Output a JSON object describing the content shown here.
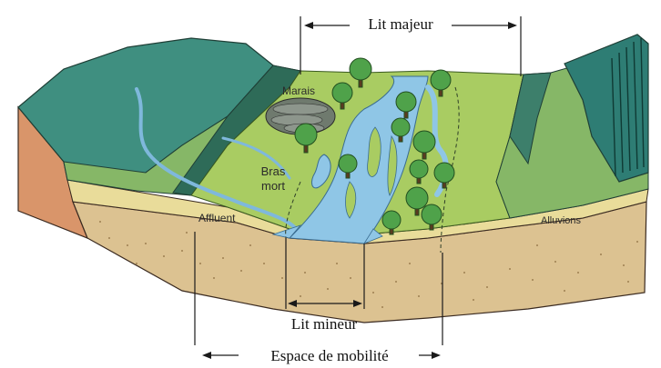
{
  "labels": {
    "lit_majeur": "Lit majeur",
    "marais": "Marais",
    "bras_mort_line1": "Bras",
    "bras_mort_line2": "mort",
    "affluent": "Affluent",
    "alluvions": "Alluvions",
    "lit_mineur": "Lit mineur",
    "espace_mobilite": "Espace de mobilité"
  },
  "colors": {
    "water": "#8fc6e6",
    "floodplain": "#a9cc62",
    "meadow": "#86b767",
    "hill_dark": "#2e7d74",
    "hill_mid": "#3f8f80",
    "alluvium": "#e9dc9a",
    "soil": "#dcc291",
    "cliff": "#d9956a",
    "tree": "#4fa24a"
  }
}
